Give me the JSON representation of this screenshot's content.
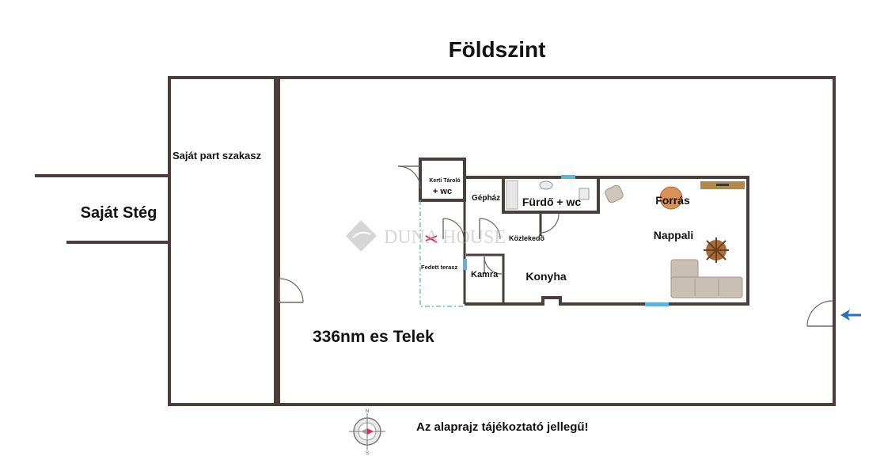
{
  "title": "Földszint",
  "labels": {
    "own_jetty": "Saját Stég",
    "own_shore": "Saját part szakasz",
    "plot": "336nm es Telek",
    "garden_storage_line1": "Kerti Tároló",
    "garden_storage_line2": "+ wc",
    "machine_room": "Gépház",
    "bathroom": "Fürdő + wc",
    "spring": "Forrás",
    "hallway": "Közlekedő",
    "living_room": "Nappali",
    "covered_terrace": "Fedett terasz",
    "pantry": "Kamra",
    "kitchen": "Konyha"
  },
  "watermark": "DUNA HOUSE",
  "compass": {
    "north": "N",
    "south": "S"
  },
  "disclaimer": "Az alaprajz tájékoztató jellegű!",
  "colors": {
    "wall": "#4a3f3a",
    "window": "#5ab4de",
    "terrace_line": "#48b8a6",
    "entrance_arrow": "#2a6fb8",
    "sofa": "#c9bfb2",
    "watermark": "#b5b5b5"
  },
  "icons": [
    "entrance-arrow-icon",
    "compass-icon",
    "sofa-icon",
    "plant-icon",
    "armchair-icon",
    "toilet-icon",
    "sink-icon",
    "shower-icon",
    "door-icon",
    "window-icon"
  ]
}
